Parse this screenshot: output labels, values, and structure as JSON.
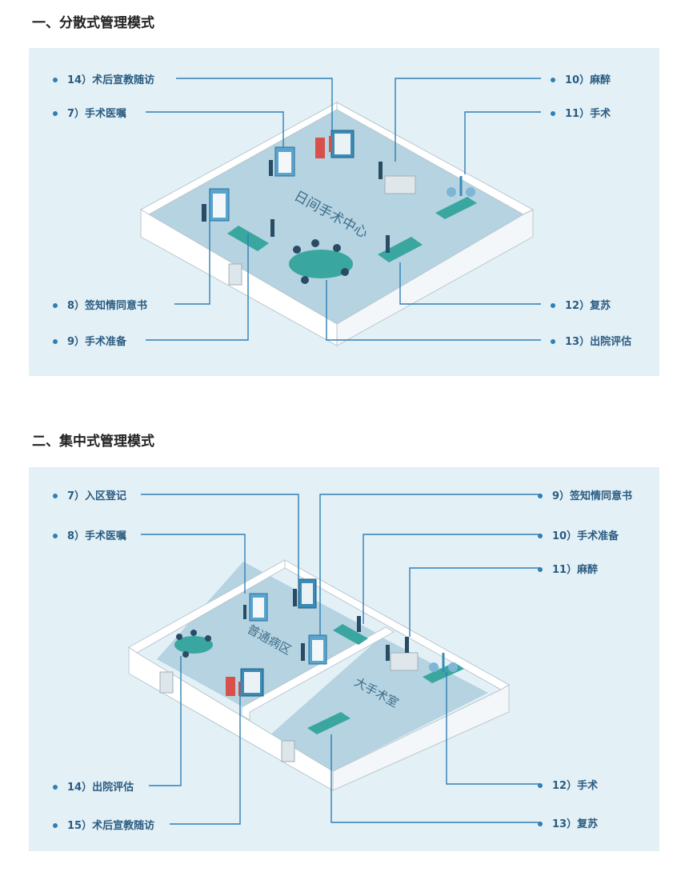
{
  "section1": {
    "title": "一、分散式管理模式",
    "room_label": "日间手术中心",
    "left_labels": [
      "14）术后宣教随访",
      "7）手术医嘱",
      "8）签知情同意书",
      "9）手术准备"
    ],
    "right_labels": [
      "10）麻醉",
      "11）手术",
      "12）复苏",
      "13）出院评估"
    ]
  },
  "section2": {
    "title": "二、集中式管理模式",
    "room_label_left": "普通病区",
    "room_label_right": "大手术室",
    "left_labels": [
      "7）入区登记",
      "8）手术医嘱",
      "14）出院评估",
      "15）术后宣教随访"
    ],
    "right_labels": [
      "9）签知情同意书",
      "10）手术准备",
      "11）麻醉",
      "12）手术",
      "13）复苏"
    ]
  },
  "colors": {
    "panel_bg": "#e3f1f7",
    "floor": "#b5d3e0",
    "line": "#2f7fb5",
    "label": "#2b5b80"
  }
}
